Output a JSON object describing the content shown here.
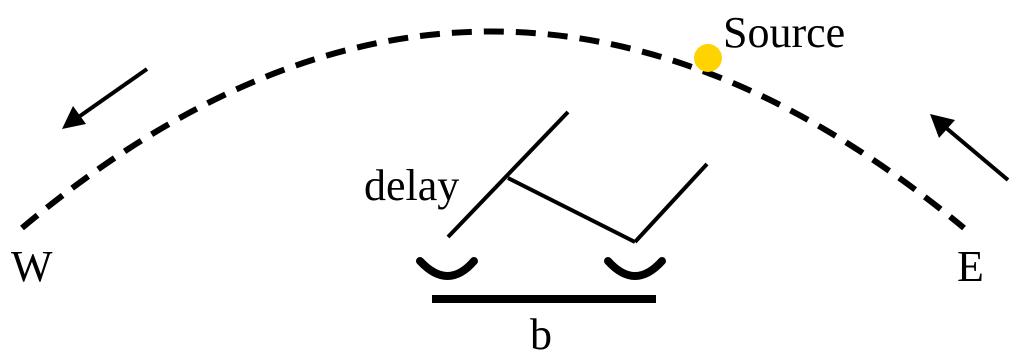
{
  "labels": {
    "source": "Source",
    "delay": "delay",
    "west": "W",
    "east": "E",
    "baseline": "b"
  },
  "colors": {
    "line": "#000000",
    "source_dot": "#FFD300",
    "background": "#FFFFFF"
  },
  "elements": {
    "sky_path": "dashed arc",
    "motion_arrows": [
      "arrow-left-down",
      "arrow-left-up"
    ],
    "antennas": 2
  }
}
